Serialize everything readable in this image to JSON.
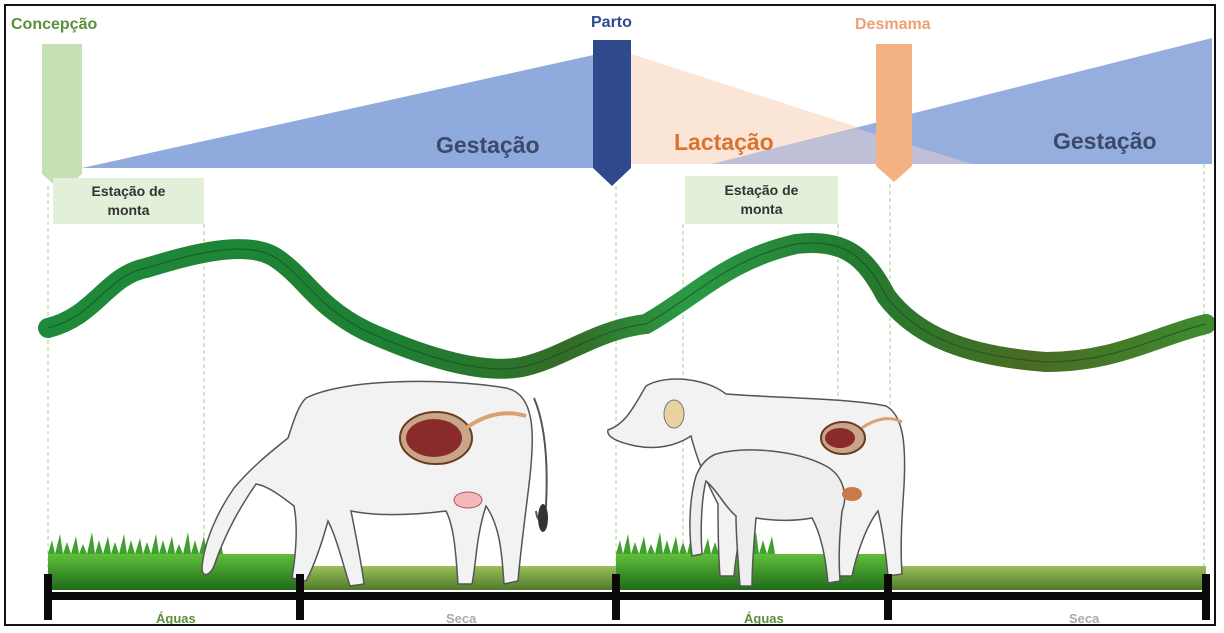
{
  "labels": {
    "concepcao": "Concepção",
    "parto": "Parto",
    "desmama": "Desmama",
    "gestacao_1": "Gestação",
    "lactacao": "Lactação",
    "gestacao_2": "Gestação"
  },
  "breeding_season": {
    "first": "Estação de monta",
    "second": "Estação de monta"
  },
  "seasons": [
    "Águas",
    "Seca",
    "Águas",
    "Seca"
  ],
  "colors": {
    "concepcao": "#c5e0b4",
    "parto": "#2f4a8c",
    "desmama": "#f4b183",
    "gestacao_fill": "#8faadc",
    "lactacao_fill": "#fbe5d6",
    "pasture_curve": "#2e8b3a",
    "breeding_box": "#e2efd9",
    "aguas_text": "#5a8f3c",
    "seca_text": "#aaaaaa"
  },
  "icons": [
    "cow-pregnant-grazing-illustration",
    "cow-with-calf-nursing-illustration",
    "grass-strip"
  ]
}
